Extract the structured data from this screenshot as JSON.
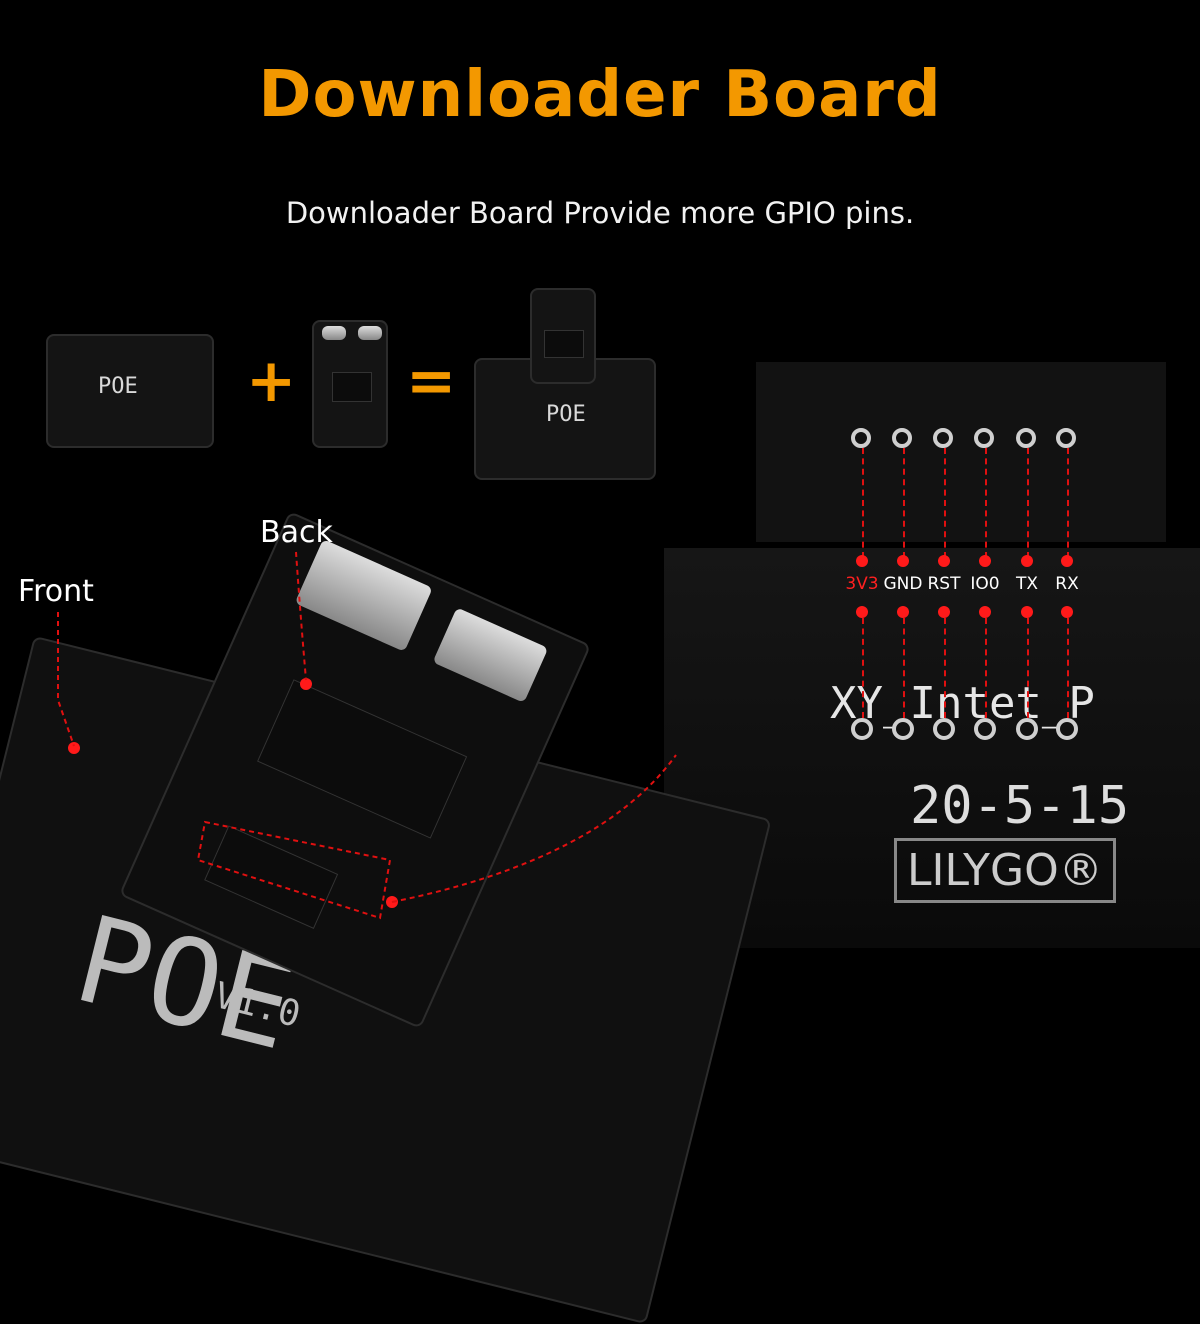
{
  "header": {
    "title": "Downloader Board",
    "subtitle": "Downloader Board Provide more GPIO pins."
  },
  "equation": {
    "plus": "+",
    "equals": "="
  },
  "labels": {
    "back": "Back",
    "front": "Front"
  },
  "pins": [
    {
      "label": "3V3",
      "color": "#ff2020"
    },
    {
      "label": "GND",
      "color": "#ffffff"
    },
    {
      "label": "RST",
      "color": "#ffffff"
    },
    {
      "label": "IO0",
      "color": "#ffffff"
    },
    {
      "label": "TX",
      "color": "#ffffff"
    },
    {
      "label": "RX",
      "color": "#ffffff"
    }
  ],
  "silkscreen": {
    "net": "XY_Intet_P",
    "date": "20-5-15",
    "brand": "LILYGO®",
    "model": "POE",
    "version": "V1.0"
  },
  "colors": {
    "accent": "#f39800",
    "callout": "#ff1a1a",
    "background": "#000000"
  }
}
